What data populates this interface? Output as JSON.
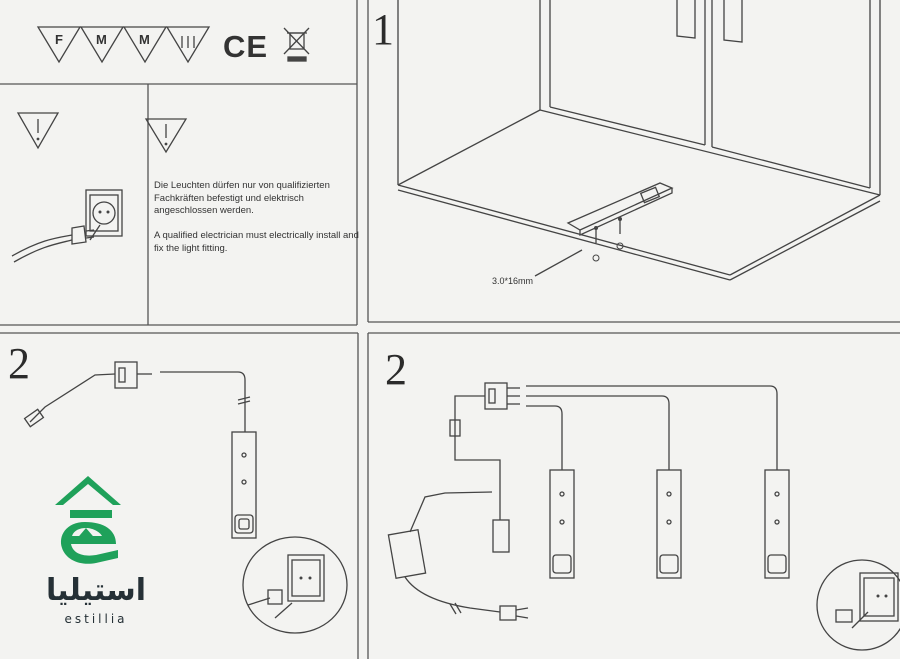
{
  "symbols": {
    "triangle_marks": [
      "F",
      "M",
      "M"
    ],
    "ce_mark": "CE"
  },
  "steps": {
    "step1": "1",
    "step2_left": "2",
    "step2_right": "2"
  },
  "warning": {
    "german": "Die Leuchten dürfen nur von qualifizierten Fachkräften befestigt und elektrisch angeschlossen werden.",
    "english": "A qualified electrician must electrically install and fix the light fitting."
  },
  "installation": {
    "screw_dimension": "3.0*16mm"
  },
  "logo": {
    "arabic": "استيليا",
    "latin": "estillia",
    "color": "#1fa15a"
  }
}
